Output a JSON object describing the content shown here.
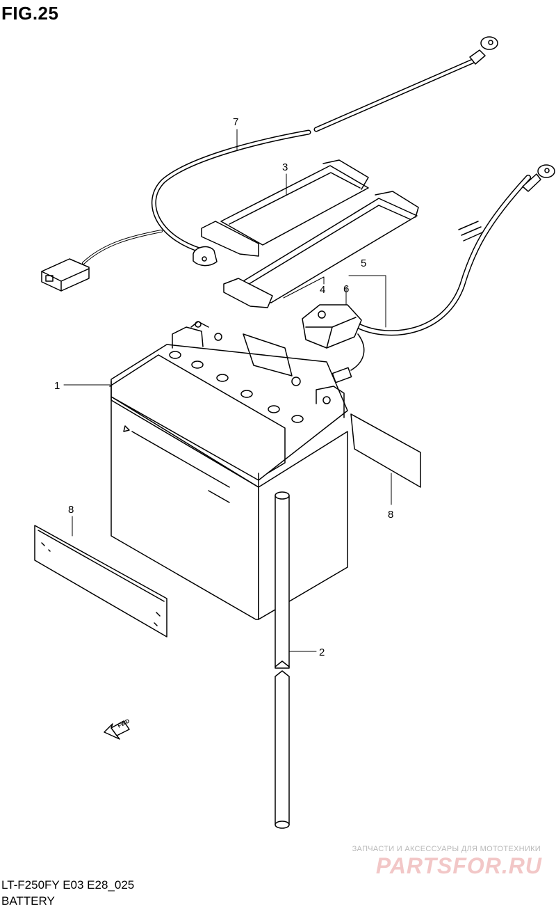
{
  "figure": {
    "title": "FIG.25"
  },
  "callouts": {
    "c1": "1",
    "c2": "2",
    "c3": "3",
    "c4": "4",
    "c5": "5",
    "c6": "6",
    "c7": "7",
    "c8a": "8",
    "c8b": "8"
  },
  "fwd_label": "FWD",
  "footer": {
    "model_code": "LT-F250FY E03 E28_025",
    "section_name": "BATTERY"
  },
  "watermark": {
    "tagline": "ЗАПЧАСТИ И АКСЕССУАРЫ ДЛЯ МОТОТЕХНИКИ",
    "logo": "PARTSFOR.RU"
  },
  "colors": {
    "line": "#000000",
    "background": "#ffffff",
    "watermark_logo": "#f2c7c7",
    "watermark_text": "#b9b9b9"
  }
}
